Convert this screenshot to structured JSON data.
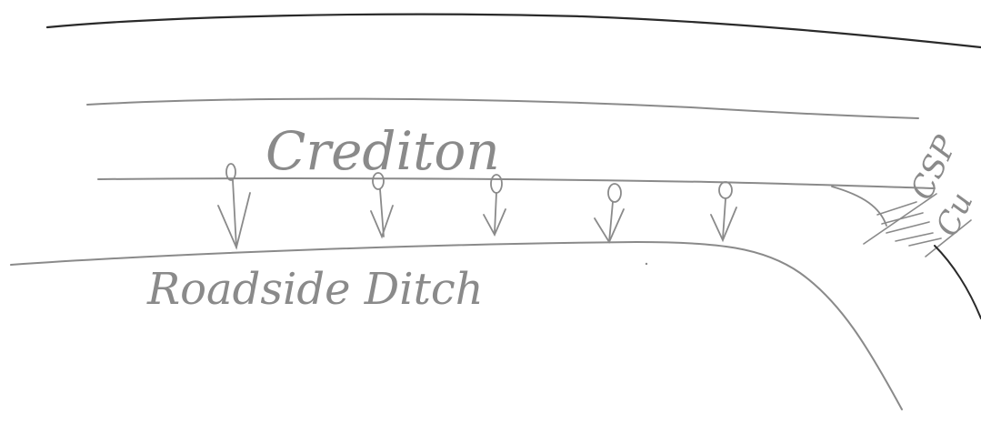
{
  "labels": {
    "road_name": "Crediton",
    "ditch": "Roadside Ditch",
    "culvert_top": "CSP",
    "culvert_bottom": "Cu"
  }
}
